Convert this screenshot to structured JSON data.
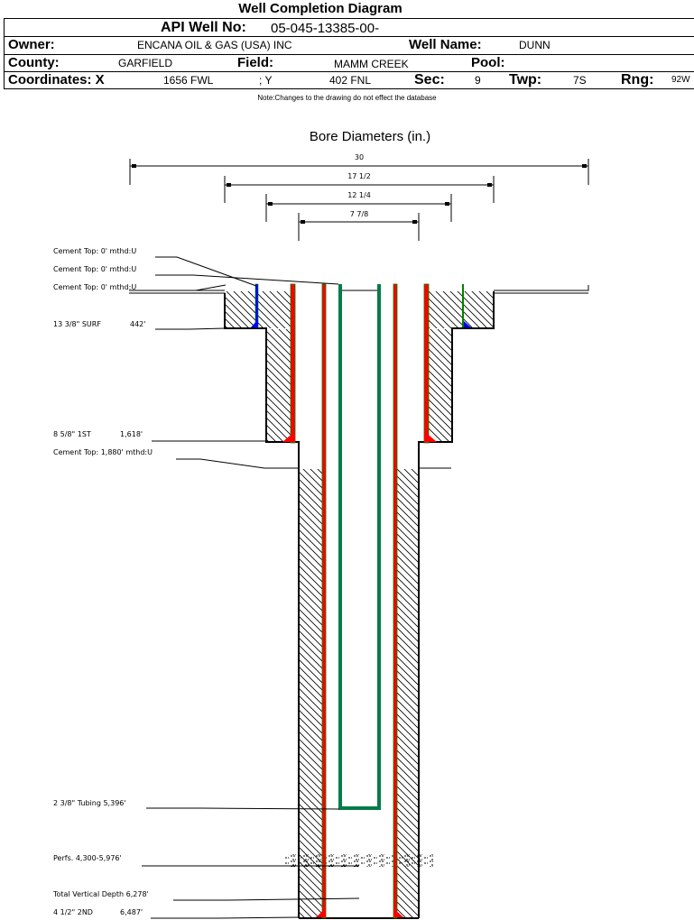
{
  "header": {
    "title": "Well Completion Diagram",
    "api_label": "API Well No:",
    "api_value": "05-045-13385-00-",
    "owner_label": "Owner:",
    "owner_value": "ENCANA OIL & GAS (USA) INC",
    "well_name_label": "Well Name:",
    "well_name_value": "DUNN",
    "county_label": "County:",
    "county_value": "GARFIELD",
    "field_label": "Field:",
    "field_value": "MAMM CREEK",
    "pool_label": "Pool:",
    "pool_value": "",
    "coords_label": "Coordinates: X",
    "coords_x_value": "1656 FWL",
    "coords_y_label": "; Y",
    "coords_y_value": "402 FNL",
    "sec_label": "Sec:",
    "sec_value": "9",
    "twp_label": "Twp:",
    "twp_value": "7S",
    "rng_label": "Rng:",
    "rng_value": "92W",
    "note": "Note:Changes to the drawing do not effect the database"
  },
  "diagram": {
    "bore_title": "Bore Diameters (in.)",
    "bore_diameters": [
      "30",
      "17 1/2",
      "12 1/4",
      "7 7/8"
    ],
    "annotations": [
      {
        "id": "cement-top-1",
        "text": "Cement Top: 0' mthd:U"
      },
      {
        "id": "cement-top-2",
        "text": "Cement Top: 0' mthd:U"
      },
      {
        "id": "cement-top-3",
        "text": "Cement Top: 0' mthd:U"
      },
      {
        "id": "surface-casing",
        "text": "13 3/8\" SURF",
        "depth": "442'"
      },
      {
        "id": "first-casing",
        "text": "8 5/8\" 1ST",
        "depth": "1,618'"
      },
      {
        "id": "cement-top-4",
        "text": "Cement Top: 1,880' mthd:U"
      },
      {
        "id": "tubing",
        "text": "2 3/8\" Tubing 5,396'"
      },
      {
        "id": "perfs",
        "text": "Perfs. 4,300-5,976'"
      },
      {
        "id": "tvd",
        "text": "Total Vertical Depth 6,278'"
      },
      {
        "id": "second-casing",
        "text": "4 1/2\" 2ND",
        "depth": "6,487'"
      }
    ],
    "colors": {
      "casing_fill": "#ff0000",
      "casing_outline": "#008000",
      "tubing": "#008040",
      "conductor": "#0000ff",
      "cement_hatch": "#000000"
    }
  }
}
